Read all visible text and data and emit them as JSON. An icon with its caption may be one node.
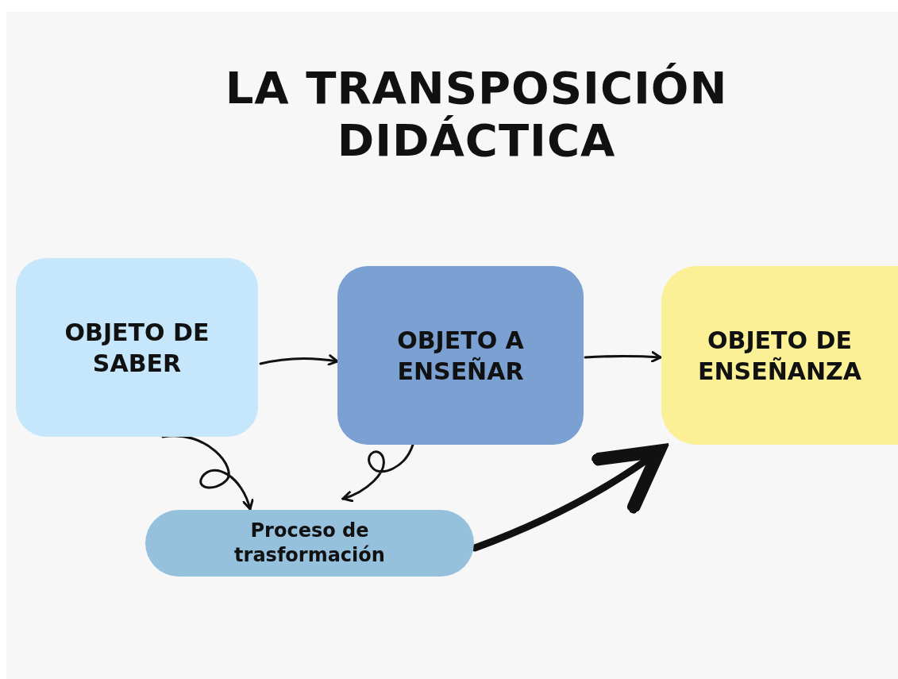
{
  "diagram": {
    "title": "LA TRANSPOSICIÓN DIDÁCTICA",
    "nodes": [
      {
        "text": [
          "OBJETO DE SABER"
        ]
      },
      {
        "text": [
          "OBJETO A ENSEÑAR"
        ]
      },
      {
        "text": [
          "OBJETO DE ENSEÑANZA"
        ]
      },
      {
        "text": [
          "Proceso de trasformación"
        ]
      }
    ],
    "edges": [
      {
        "from": 0,
        "to": 1,
        "arrow": "to"
      },
      {
        "from": 1,
        "to": 2,
        "arrow": "to"
      },
      {
        "from": 0,
        "to": 3,
        "arrow": "to"
      },
      {
        "from": 1,
        "to": 3,
        "arrow": "to"
      },
      {
        "from": 3,
        "to": 2,
        "arrow": "to",
        "style": "thick"
      }
    ]
  }
}
